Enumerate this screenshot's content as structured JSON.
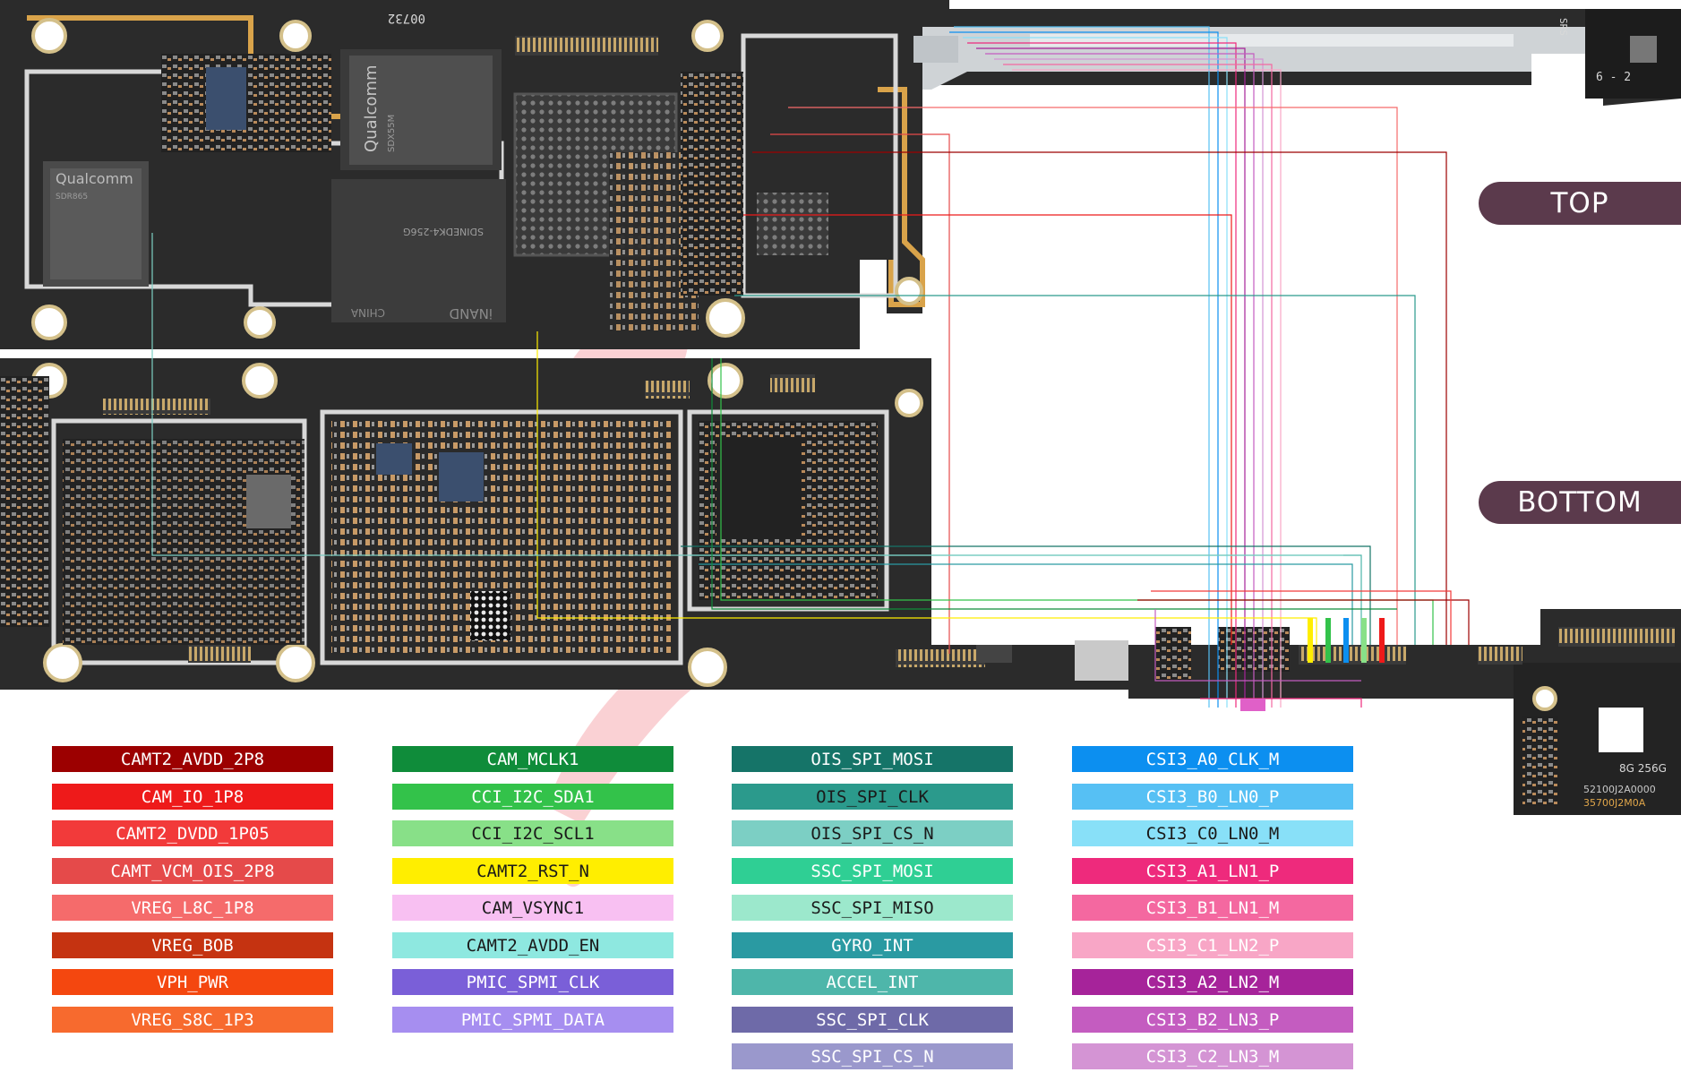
{
  "side_labels": {
    "top": "TOP",
    "bottom": "BOTTOM"
  },
  "board_text": {
    "board_id": "00732",
    "chip_qualcomm_1": "Qualcomm",
    "chip_qualcomm_1_model": "SDR865",
    "chip_qualcomm_2": "Qualcomm",
    "chip_qualcomm_2_model": "SDX55M",
    "chip_memory": "SDINEDK4-256G",
    "chip_memory_label": "iNAND",
    "chip_memory_mark": "CHINA",
    "corner_code_1": "6 - 2",
    "corner_code_2": "SRS",
    "storage_label": "8G 256G",
    "storage_code_1": "52100J2A0000",
    "storage_code_2": "35700J2M0A"
  },
  "legend": {
    "col1": [
      {
        "label": "CAMT2_AVDD_2P8",
        "color": "#9c0000"
      },
      {
        "label": "CAM_IO_1P8",
        "color": "#ee1a1a"
      },
      {
        "label": "CAMT2_DVDD_1P05",
        "color": "#f23a3a"
      },
      {
        "label": "CAMT_VCM_OIS_2P8",
        "color": "#e54a4a"
      },
      {
        "label": "VREG_L8C_1P8",
        "color": "#f56b6b"
      },
      {
        "label": "VREG_BOB",
        "color": "#c53311"
      },
      {
        "label": "VPH_PWR",
        "color": "#f4470f"
      },
      {
        "label": "VREG_S8C_1P3",
        "color": "#f76a2e"
      }
    ],
    "col2": [
      {
        "label": "CAM_MCLK1",
        "color": "#0f8c3a"
      },
      {
        "label": "CCI_I2C_SDA1",
        "color": "#33c24a"
      },
      {
        "label": "CCI_I2C_SCL1",
        "color": "#88e088"
      },
      {
        "label": "CAMT2_RST_N",
        "color": "#ffee00"
      },
      {
        "label": "CAM_VSYNC1",
        "color": "#f8c0f2"
      },
      {
        "label": "CAMT2_AVDD_EN",
        "color": "#8ee8e0"
      },
      {
        "label": "PMIC_SPMI_CLK",
        "color": "#7a5fd8"
      },
      {
        "label": "PMIC_SPMI_DATA",
        "color": "#a68ef0"
      }
    ],
    "col3": [
      {
        "label": "OIS_SPI_MOSI",
        "color": "#157468"
      },
      {
        "label": "OIS_SPI_CLK",
        "color": "#2b9a8c"
      },
      {
        "label": "OIS_SPI_CS_N",
        "color": "#7ccfc4"
      },
      {
        "label": "SSC_SPI_MOSI",
        "color": "#2fcf94"
      },
      {
        "label": "SSC_SPI_MISO",
        "color": "#9ce8cc"
      },
      {
        "label": "GYRO_INT",
        "color": "#2a9aa2"
      },
      {
        "label": "ACCEL_INT",
        "color": "#4eb6aa"
      },
      {
        "label": "SSC_SPI_CLK",
        "color": "#6e6aa8"
      },
      {
        "label": "SSC_SPI_CS_N",
        "color": "#9a98cc"
      }
    ],
    "col4": [
      {
        "label": "CSI3_A0_CLK_M",
        "color": "#0c8ff0"
      },
      {
        "label": "CSI3_B0_LN0_P",
        "color": "#56c0f4"
      },
      {
        "label": "CSI3_C0_LN0_M",
        "color": "#88e0f8"
      },
      {
        "label": "CSI3_A1_LN1_P",
        "color": "#ee2a7c"
      },
      {
        "label": "CSI3_B1_LN1_M",
        "color": "#f468a0"
      },
      {
        "label": "CSI3_C1_LN2_P",
        "color": "#f8a6c6"
      },
      {
        "label": "CSI3_A2_LN2_M",
        "color": "#a6239a"
      },
      {
        "label": "CSI3_B2_LN3_P",
        "color": "#c45cc0"
      },
      {
        "label": "CSI3_C2_LN3_M",
        "color": "#d494d4"
      }
    ]
  }
}
